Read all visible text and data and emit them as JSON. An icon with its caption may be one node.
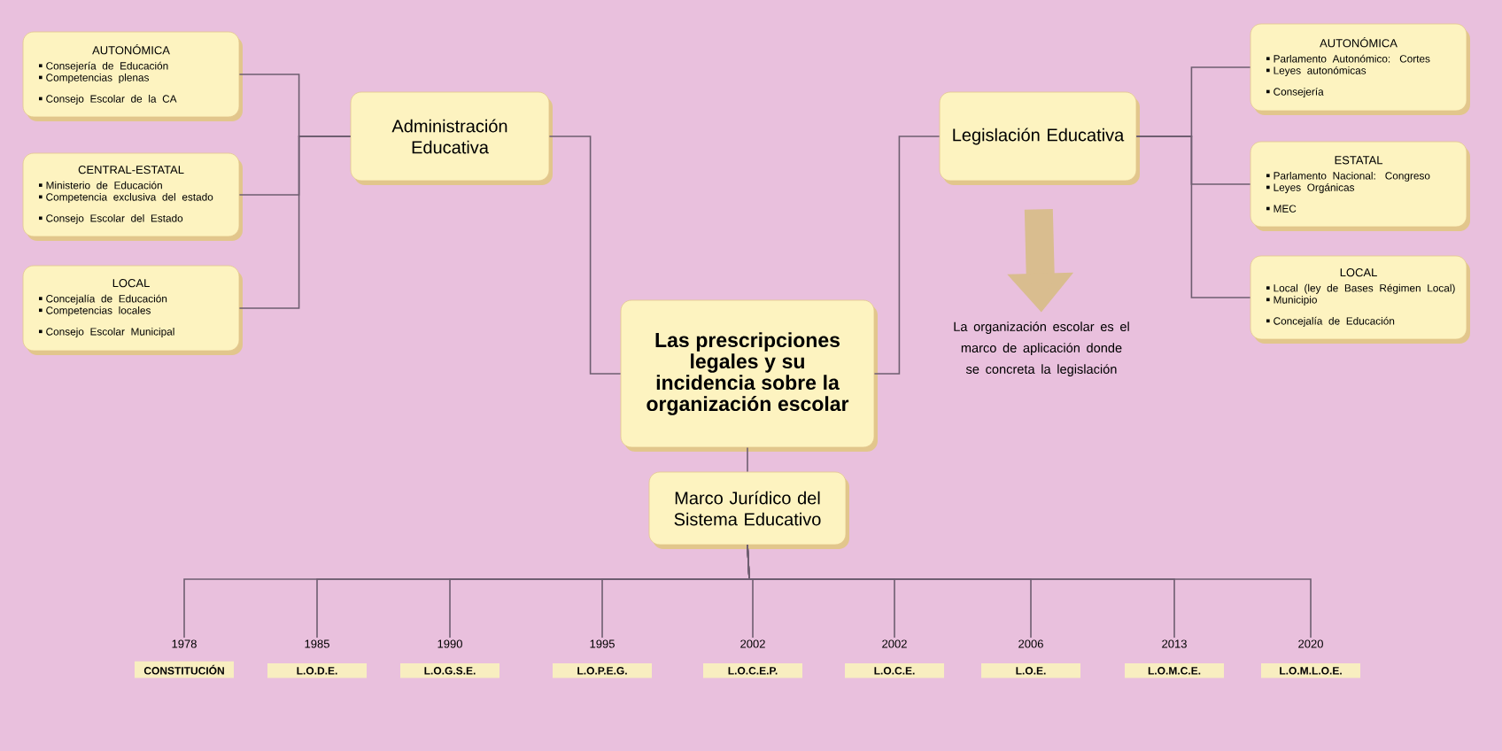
{
  "diagram": {
    "nodes": [
      {
        "text": [
          "Las prescripciones legales y su incidencia sobre la organización escolar"
        ]
      },
      {
        "text": [
          "Administración Educativa"
        ]
      },
      {
        "text": [
          "Legislación Educativa"
        ]
      },
      {
        "text": [
          "AUTONÓMICA",
          "Consejería de Educación",
          "Competencias plenas",
          "Consejo Escolar de la CA"
        ]
      },
      {
        "text": [
          "CENTRAL-ESTATAL",
          "Ministerio de Educación",
          "Competencia exclusiva del estado",
          "Consejo Escolar del Estado"
        ]
      },
      {
        "text": [
          "LOCAL",
          "Concejalía de Educación",
          "Competencias locales",
          "Consejo Escolar Municipal"
        ]
      },
      {
        "text": [
          "AUTONÓMICA",
          "Parlamento Autonómico: Cortes",
          "Leyes autonómicas",
          "Consejería"
        ]
      },
      {
        "text": [
          "ESTATAL",
          "Parlamento Nacional: Congreso",
          "Leyes Orgánicas",
          "MEC"
        ]
      },
      {
        "text": [
          "LOCAL",
          "Local (ley de Bases Régimen Local)",
          "Municipio",
          "Concejalía de Educación"
        ]
      },
      {
        "text": [
          "Marco Jurídico del Sistema Educativo"
        ]
      },
      {
        "text": [
          "1978",
          "CONSTITUCIÓN"
        ]
      },
      {
        "text": [
          "1985",
          "L.O.D.E."
        ]
      },
      {
        "text": [
          "1990",
          "L.O.G.S.E."
        ]
      },
      {
        "text": [
          "1995",
          "L.O.P.E.G."
        ]
      },
      {
        "text": [
          "2002",
          "L.O.C.E.P."
        ]
      },
      {
        "text": [
          "2002",
          "L.O.C.E."
        ]
      },
      {
        "text": [
          "2006",
          "L.O.E."
        ]
      },
      {
        "text": [
          "2013",
          "L.O.M.C.E."
        ]
      },
      {
        "text": [
          "2020",
          "L.O.M.L.O.E."
        ]
      },
      {
        "text": [
          "La organización escolar es el marco de aplicación donde se concreta la legislación"
        ]
      }
    ],
    "edges": [
      {
        "from": 0,
        "to": 1,
        "arrow": "none"
      },
      {
        "from": 0,
        "to": 2,
        "arrow": "none"
      },
      {
        "from": 1,
        "to": 3,
        "arrow": "none"
      },
      {
        "from": 1,
        "to": 4,
        "arrow": "none"
      },
      {
        "from": 1,
        "to": 5,
        "arrow": "none"
      },
      {
        "from": 2,
        "to": 6,
        "arrow": "none"
      },
      {
        "from": 2,
        "to": 7,
        "arrow": "none"
      },
      {
        "from": 2,
        "to": 8,
        "arrow": "none"
      },
      {
        "from": 0,
        "to": 9,
        "arrow": "none"
      },
      {
        "from": 9,
        "to": 10,
        "arrow": "none"
      },
      {
        "from": 9,
        "to": 11,
        "arrow": "none"
      },
      {
        "from": 9,
        "to": 12,
        "arrow": "none"
      },
      {
        "from": 9,
        "to": 13,
        "arrow": "none"
      },
      {
        "from": 9,
        "to": 14,
        "arrow": "none"
      },
      {
        "from": 9,
        "to": 15,
        "arrow": "none"
      },
      {
        "from": 9,
        "to": 16,
        "arrow": "none"
      },
      {
        "from": 9,
        "to": 17,
        "arrow": "none"
      },
      {
        "from": 9,
        "to": 18,
        "arrow": "none"
      },
      {
        "from": 2,
        "to": 19,
        "arrow": "to",
        "style": "thick",
        "color": "#d9bd8f"
      }
    ]
  }
}
